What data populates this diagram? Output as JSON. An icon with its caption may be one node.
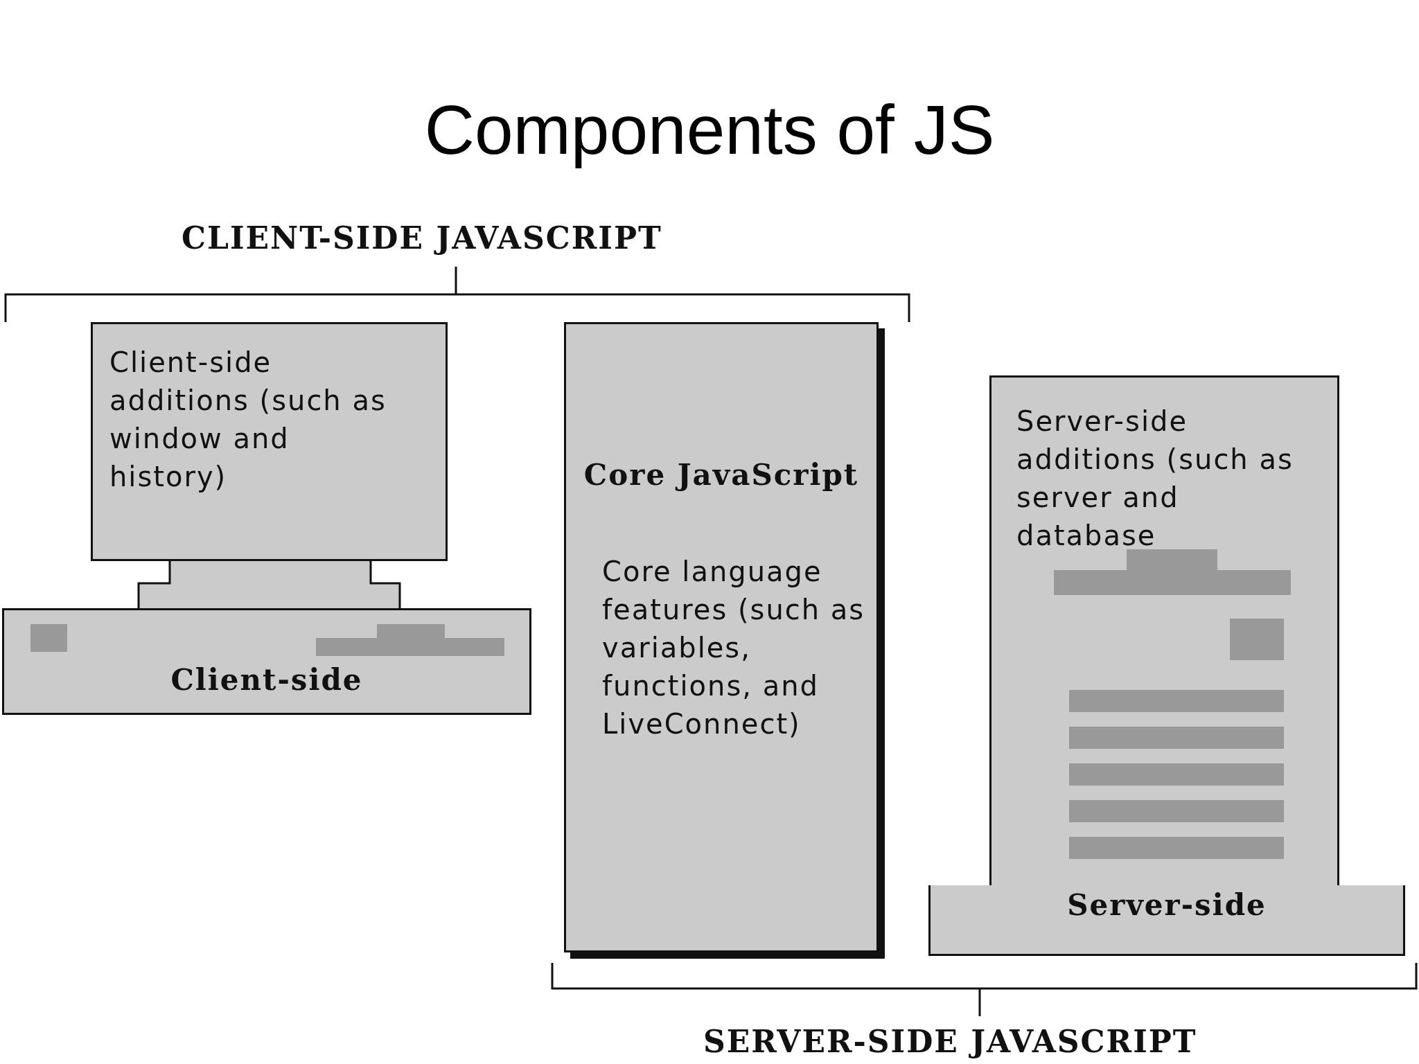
{
  "diagram": {
    "title": "Components of JS",
    "nodes": [
      {
        "text": [
          "Client-side additions (such as window and history)"
        ]
      },
      {
        "text": [],
        "shape": "box"
      },
      {
        "text": [
          "Client-side"
        ]
      },
      {
        "text": [
          "Core JavaScript",
          "Core language features (such as variables, functions, and LiveConnect)"
        ]
      },
      {
        "text": [
          "Server-side additions (such as server and database"
        ]
      },
      {
        "text": [
          "Server-side"
        ]
      }
    ],
    "labels": [
      "CLIENT-SIDE JAVASCRIPT",
      "SERVER-SIDE JAVASCRIPT"
    ]
  }
}
